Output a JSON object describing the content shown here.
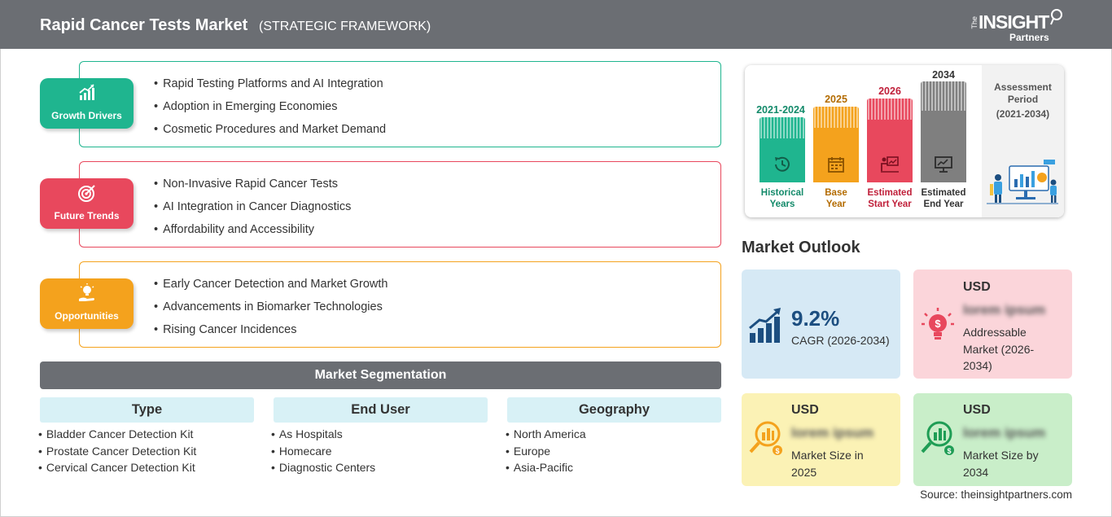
{
  "header": {
    "title": "Rapid Cancer Tests Market",
    "subtitle": "(STRATEGIC FRAMEWORK)",
    "logo": {
      "the": "The",
      "insight": "INSIGHT",
      "partners": "Partners"
    }
  },
  "categories": [
    {
      "label": "Growth Drivers",
      "icon": "growth-chart-icon",
      "color": "#1fb58f",
      "items": [
        "Rapid Testing Platforms and AI Integration",
        "Adoption in Emerging Economies",
        "Cosmetic Procedures and Market Demand"
      ]
    },
    {
      "label": "Future Trends",
      "icon": "target-icon",
      "color": "#e8485d",
      "items": [
        "Non-Invasive Rapid Cancer Tests",
        "AI Integration in Cancer Diagnostics",
        "Affordability and Accessibility"
      ]
    },
    {
      "label": "Opportunities",
      "icon": "lightbulb-hand-icon",
      "color": "#f4a21d",
      "items": [
        "Early Cancer Detection and Market Growth",
        "Advancements in Biomarker Technologies",
        "Rising Cancer Incidences"
      ]
    }
  ],
  "segmentation": {
    "title": "Market Segmentation",
    "columns": [
      {
        "heading": "Type",
        "items": [
          "Bladder Cancer Detection Kit",
          "Prostate Cancer Detection Kit",
          "Cervical Cancer Detection Kit"
        ]
      },
      {
        "heading": "End User",
        "items": [
          "As Hospitals",
          "Homecare",
          "Diagnostic Centers"
        ]
      },
      {
        "heading": "Geography",
        "items": [
          "North America",
          "Europe",
          "Asia-Pacific"
        ]
      }
    ]
  },
  "timeline": {
    "periods": [
      {
        "year": "2021-2024",
        "label_line1": "Historical",
        "label_line2": "Years",
        "color": "#1fb58f",
        "year_color": "#138a6a",
        "icon": "history-icon"
      },
      {
        "year": "2025",
        "label_line1": "Base",
        "label_line2": "Year",
        "color": "#f4a21d",
        "year_color": "#b36b00",
        "icon": "calendar-icon"
      },
      {
        "year": "2026",
        "label_line1": "Estimated",
        "label_line2": "Start Year",
        "color": "#e8485d",
        "year_color": "#c0203a",
        "icon": "presentation-icon"
      },
      {
        "year": "2034",
        "label_line1": "Estimated",
        "label_line2": "End Year",
        "color": "#7f7f7f",
        "year_color": "#333333",
        "icon": "monitor-chart-icon"
      }
    ],
    "assessment_title": "Assessment Period",
    "assessment_period": "(2021-2034)",
    "illustration": "analytics-team-illustration"
  },
  "outlook": {
    "title": "Market Outlook",
    "cagr": {
      "value": "9.2%",
      "label": "CAGR (2026-2034)",
      "icon": "growth-bars-icon",
      "bg": "#d6e9f5"
    },
    "addressable": {
      "currency": "USD",
      "value": "lorem ipsum",
      "label": "Addressable Market (2026-2034)",
      "icon": "lightbulb-dollar-icon",
      "bg": "#fbd5da"
    },
    "size_2025": {
      "currency": "USD",
      "value": "lorem ipsum",
      "label": "Market Size in 2025",
      "icon": "magnifier-chart-icon",
      "bg": "#fbf2b5"
    },
    "size_2034": {
      "currency": "USD",
      "value": "lorem ipsum",
      "label": "Market Size by 2034",
      "icon": "magnifier-chart-icon",
      "bg": "#c9eec9"
    }
  },
  "source": "Source: theinsightpartners.com"
}
